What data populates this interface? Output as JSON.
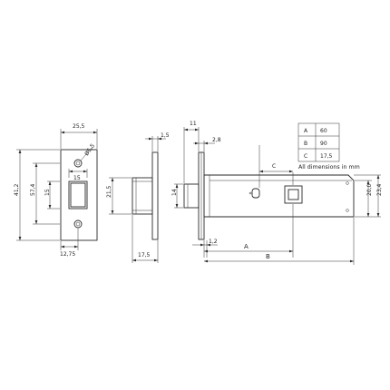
{
  "strike_plate": {
    "width": "25,5",
    "diameter": "Ø5,5",
    "offset": "15",
    "height_total": "41,2",
    "height_inner": "57,4",
    "hole_spacing": "15",
    "bottom": "12,75"
  },
  "latch_side": {
    "thickness": "1,5",
    "height": "21,5",
    "depth": "17,5"
  },
  "latch_body": {
    "top_width": "11",
    "faceplate": "2,8",
    "bolt_height": "14",
    "bottom_offset": "1,2",
    "label_a": "A",
    "label_b": "B",
    "label_c": "C",
    "right_height_1": "20,0",
    "right_height_2": "23,4"
  },
  "dimension_table": {
    "rows": [
      {
        "label": "A",
        "value": "60"
      },
      {
        "label": "B",
        "value": "90"
      },
      {
        "label": "C",
        "value": "17,5"
      }
    ],
    "note": "All dimensions in mm"
  }
}
